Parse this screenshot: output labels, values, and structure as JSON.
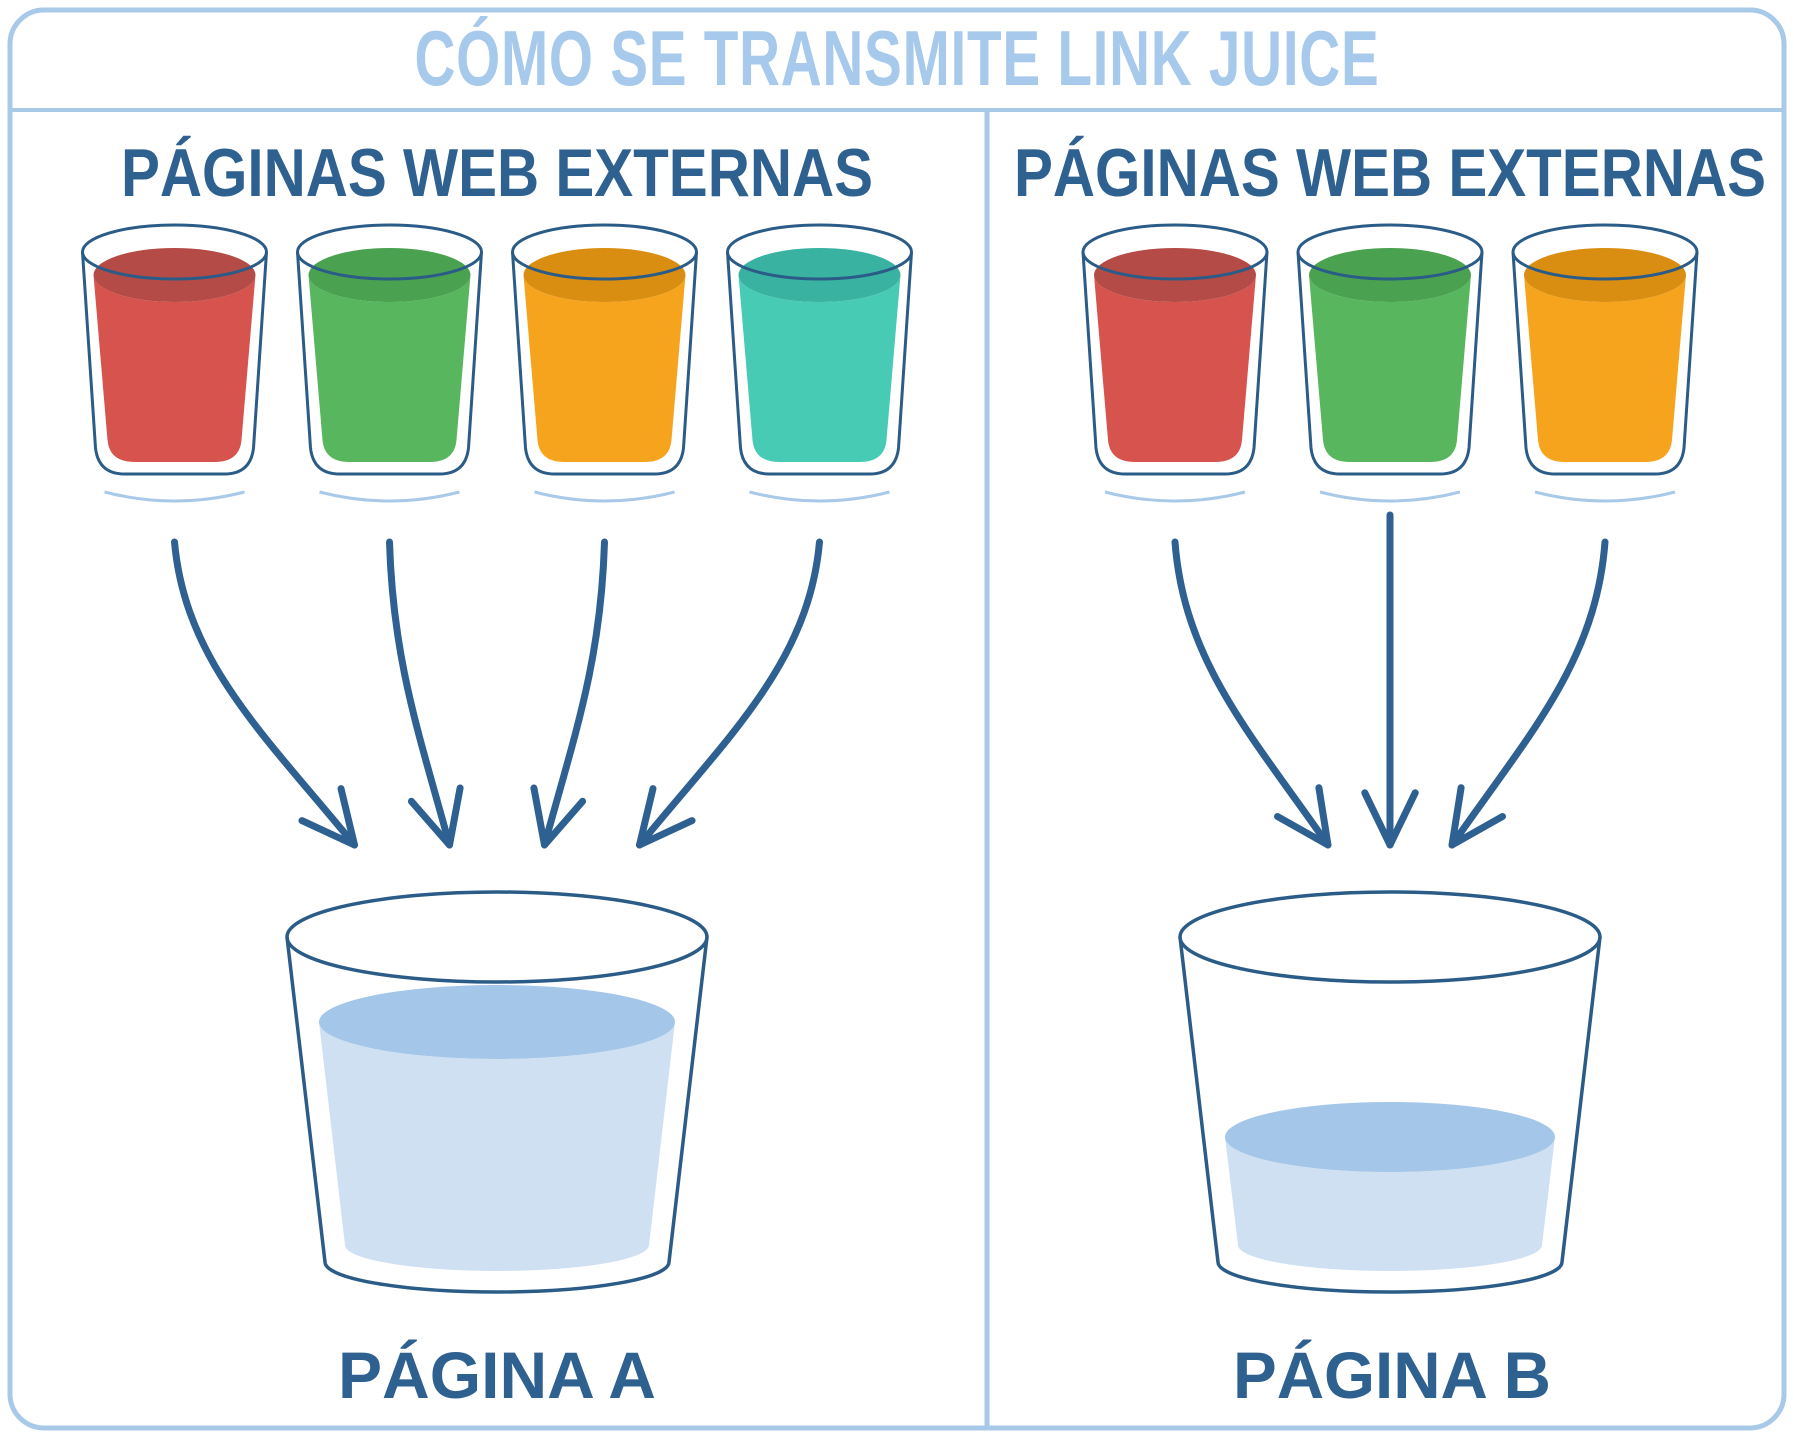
{
  "title": "CÓMO SE TRANSMITE LINK JUICE",
  "panels": [
    {
      "id": "pagina-a",
      "heading": "PÁGINAS WEB EXTERNAS",
      "bucket_label": "PÁGINA A",
      "bucket_fill_percent": 80,
      "glasses": [
        {
          "name": "red",
          "fill": "#d6534e",
          "surface": "#b54b46"
        },
        {
          "name": "green",
          "fill": "#57b65e",
          "surface": "#4aa250"
        },
        {
          "name": "orange",
          "fill": "#f6a41d",
          "surface": "#da8e11"
        },
        {
          "name": "teal",
          "fill": "#48cbb5",
          "surface": "#39b2a2"
        }
      ]
    },
    {
      "id": "pagina-b",
      "heading": "PÁGINAS WEB EXTERNAS",
      "bucket_label": "PÁGINA B",
      "bucket_fill_percent": 40,
      "glasses": [
        {
          "name": "red",
          "fill": "#d6534e",
          "surface": "#b54b46"
        },
        {
          "name": "green",
          "fill": "#57b65e",
          "surface": "#4aa250"
        },
        {
          "name": "orange",
          "fill": "#f6a41d",
          "surface": "#da8e11"
        }
      ]
    }
  ],
  "colors": {
    "container_border": "#a9c9e8",
    "divider": "#a9c9e8",
    "title_text": "#a6c9ec",
    "heading_text": "#2e6190",
    "label_text": "#2e6190",
    "outline": "#2b5c87",
    "arrow": "#2e6191",
    "glass_shadow": "#a9c9e8",
    "bucket_liquid": "#cfe0f3",
    "bucket_liquid_surface": "#a4c6e8"
  }
}
